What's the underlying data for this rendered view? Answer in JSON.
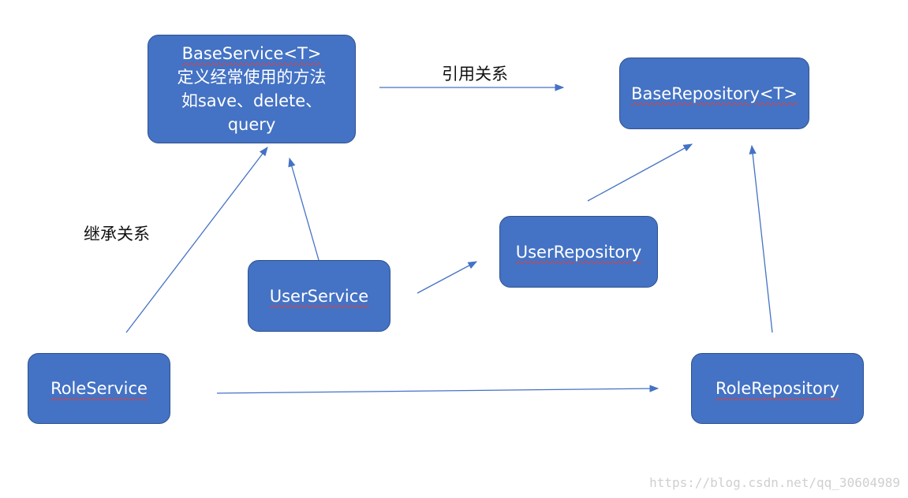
{
  "nodes": {
    "base_service": {
      "title": "BaseService<T>",
      "line2": "定义经常使用的方法",
      "line3": "如save、delete、",
      "line4": "query"
    },
    "base_repository": {
      "title": "BaseRepository<T>"
    },
    "user_service": {
      "title": "UserService"
    },
    "user_repository": {
      "title": "UserRepository"
    },
    "role_service": {
      "title": "RoleService"
    },
    "role_repository": {
      "title": "RoleRepository"
    }
  },
  "labels": {
    "reference": "引用关系",
    "inheritance": "继承关系"
  },
  "watermark": "https://blog.csdn.net/qq_30604989",
  "colors": {
    "node_fill": "#4472c4",
    "node_border": "#2f528f",
    "arrow": "#4472c4",
    "spell_underline": "#e0403c"
  }
}
